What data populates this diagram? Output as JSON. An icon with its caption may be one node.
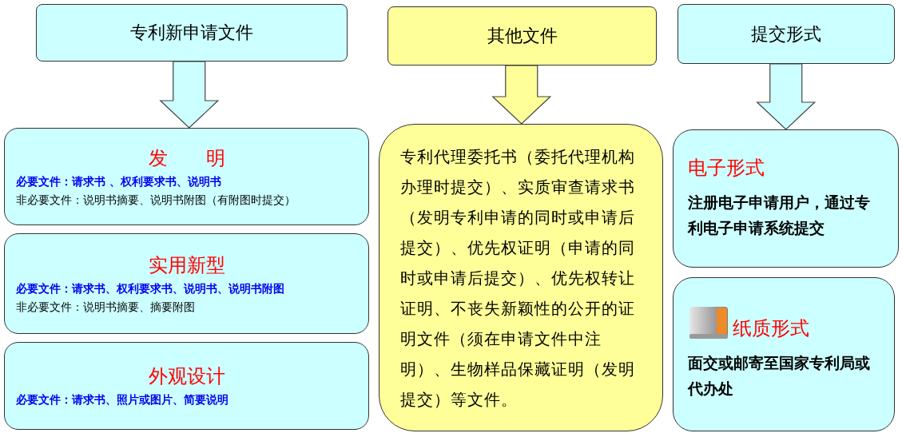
{
  "diagram": {
    "nodes": [
      {
        "text": [
          "专利新申请文件"
        ]
      },
      {
        "text": [
          "发　　明",
          "必要文件：请求书 、权利要求书、说明书",
          "非必要文件：说明书摘要、说明书附图（有附图时提交）"
        ]
      },
      {
        "text": [
          "实用新型",
          "必要文件：请求书、权利要求书、说明书、说明书附图",
          "非必要文件：说明书摘要、摘要附图"
        ]
      },
      {
        "text": [
          "外观设计",
          "必要文件：请求书、照片或图片、简要说明"
        ]
      },
      {
        "text": [
          "其他文件"
        ]
      },
      {
        "text": [
          "专利代理委托书（委托代理机构办理时提交）、实质审查请求书（发明专利申请的同时或申请后提交）、优先权证明（申请的同时或申请后提交）、优先权转让证明、不丧失新颖性的公开的证明文件（须在申请文件中注明）、生物样品保藏证明（发明提交）等文件。"
        ]
      },
      {
        "text": [
          "提交形式"
        ]
      },
      {
        "text": [
          "电子形式",
          "注册电子申请用户，通过专利电子申请系统提交"
        ]
      },
      {
        "text": [
          "纸质形式",
          "面交或邮寄至国家专利局或代办处"
        ]
      }
    ],
    "edges": [
      {
        "from": 0,
        "to": 1,
        "arrow": "to"
      },
      {
        "from": 4,
        "to": 5,
        "arrow": "to",
        "color": "#ffff99"
      },
      {
        "from": 6,
        "to": 7,
        "arrow": "to"
      }
    ]
  }
}
